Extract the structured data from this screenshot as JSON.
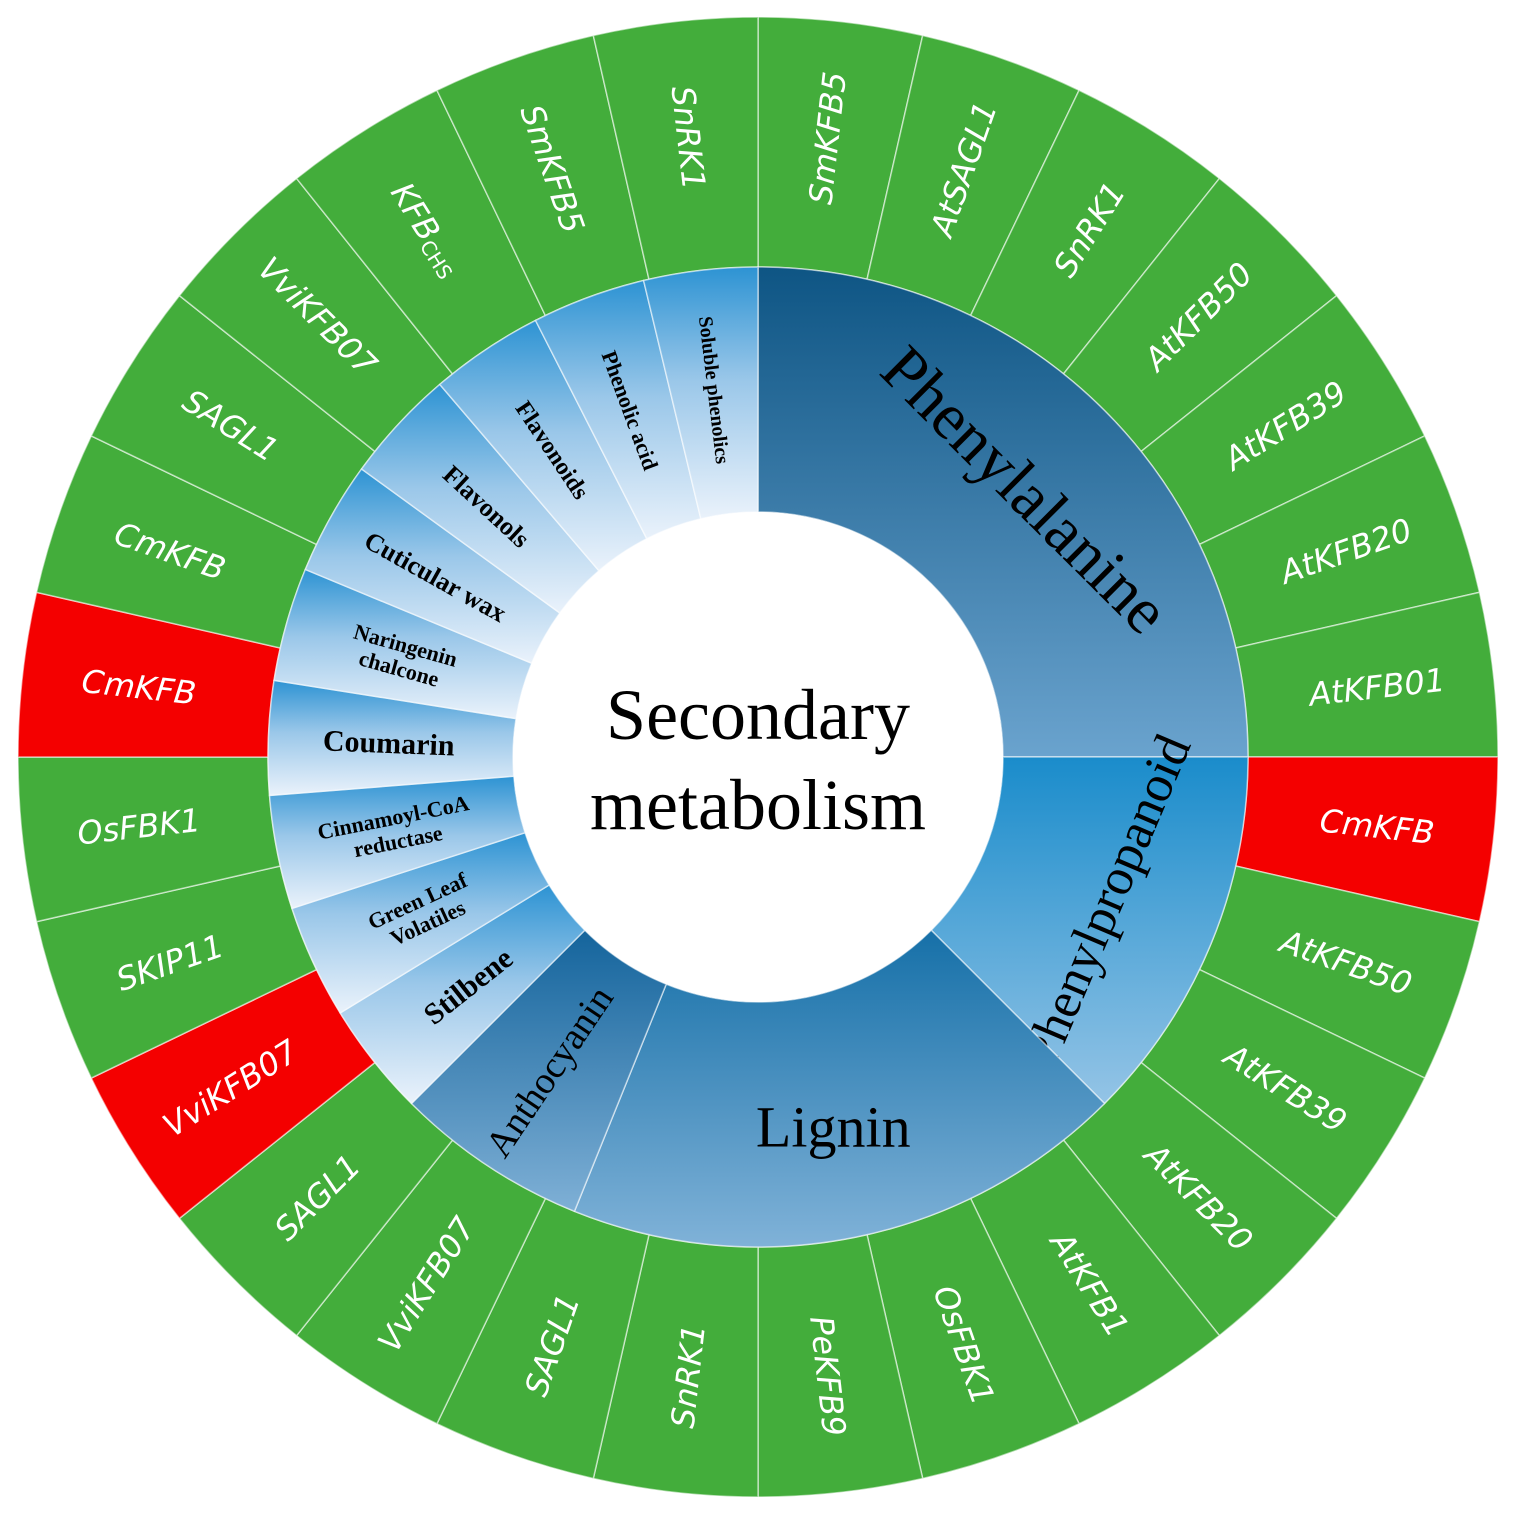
{
  "center": {
    "line1": "Secondary",
    "line2": "metabolism"
  },
  "colors": {
    "green": "#43ad3b",
    "red": "#f40000",
    "dark_blue": "#1e5f8c",
    "mid_blue": "#2e8fcc",
    "light_blue": "#c8dcf0"
  },
  "major_categories": [
    {
      "label": "Phenylalanine"
    },
    {
      "label": "Phenylpropanoid"
    },
    {
      "label": "Lignin"
    },
    {
      "label": "Anthocyanin"
    }
  ],
  "sub_categories": [
    {
      "label": "Stilbene"
    },
    {
      "label": [
        "Green Leaf",
        "Volatiles"
      ]
    },
    {
      "label": [
        "Cinnamoyl-CoA",
        "reductase"
      ]
    },
    {
      "label": "Coumarin"
    },
    {
      "label": [
        "Naringenin",
        "chalcone"
      ]
    },
    {
      "label": "Cuticular wax"
    },
    {
      "label": "Flavonols"
    },
    {
      "label": "Flavonoids"
    },
    {
      "label": "Phenolic acid"
    },
    {
      "label": "Soluble phenolics"
    }
  ],
  "genes": [
    {
      "label": "SmKFB5",
      "color": "green"
    },
    {
      "label": "AtSAGL1",
      "color": "green"
    },
    {
      "label": "SnRK1",
      "color": "green"
    },
    {
      "label": "AtKFB50",
      "color": "green"
    },
    {
      "label": "AtKFB39",
      "color": "green"
    },
    {
      "label": "AtKFB20",
      "color": "green"
    },
    {
      "label": "AtKFB01",
      "color": "green"
    },
    {
      "label": "CmKFB",
      "color": "red"
    },
    {
      "label": "AtKFB50",
      "color": "green"
    },
    {
      "label": "AtKFB39",
      "color": "green"
    },
    {
      "label": "AtKFB20",
      "color": "green"
    },
    {
      "label": "AtKFB1",
      "color": "green"
    },
    {
      "label": "OsFBK1",
      "color": "green"
    },
    {
      "label": "PeKFB9",
      "color": "green"
    },
    {
      "label": "SnRK1",
      "color": "green"
    },
    {
      "label": "SAGL1",
      "color": "green"
    },
    {
      "label": "VviKFB07",
      "color": "green"
    },
    {
      "label": "SAGL1",
      "color": "green"
    },
    {
      "label": "VviKFB07",
      "color": "red"
    },
    {
      "label": "SKIP11",
      "color": "green"
    },
    {
      "label": "OsFBK1",
      "color": "green"
    },
    {
      "label": "CmKFB",
      "color": "red"
    },
    {
      "label": "CmKFB",
      "color": "green"
    },
    {
      "label": "SAGL1",
      "color": "green"
    },
    {
      "label": "VviKFB07",
      "color": "green"
    },
    {
      "label": "KFB",
      "sub": "CHS",
      "color": "green"
    },
    {
      "label": "SmKFB5",
      "color": "green"
    },
    {
      "label": "SnRK1",
      "color": "green"
    }
  ]
}
